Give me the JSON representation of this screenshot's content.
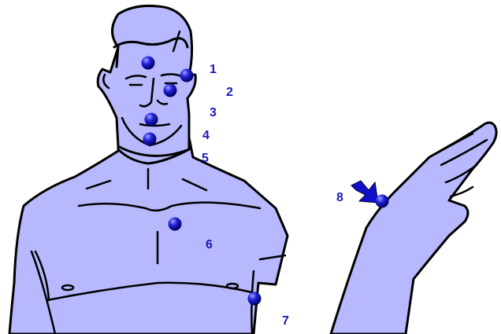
{
  "points": [
    {
      "id": 1,
      "label": "1"
    },
    {
      "id": 2,
      "label": "2"
    },
    {
      "id": 3,
      "label": "3"
    },
    {
      "id": 4,
      "label": "4"
    },
    {
      "id": 5,
      "label": "5"
    },
    {
      "id": 6,
      "label": "6"
    },
    {
      "id": 7,
      "label": "7"
    },
    {
      "id": 8,
      "label": "8"
    }
  ],
  "colors": {
    "skin": "#b8b8ff",
    "outline": "#000000",
    "marker": "#1010c8",
    "label": "#1a1ab8"
  }
}
